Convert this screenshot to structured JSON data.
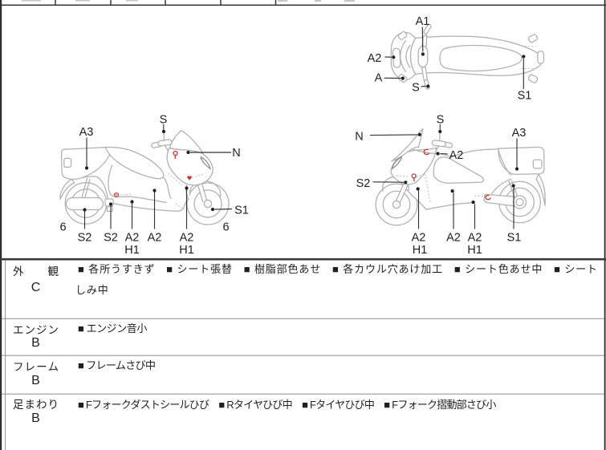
{
  "diagrams": {
    "top_view": {
      "labels": {
        "a1": "A1",
        "a2": "A2",
        "a": "A",
        "s": "S",
        "s1": "S1"
      }
    },
    "left_view": {
      "labels": {
        "s": "S",
        "a3": "A3",
        "n": "N",
        "s1": "S1",
        "six_left": "6",
        "six_right": "6",
        "s2_1": "S2",
        "s2_2": "S2",
        "a2_1": "A2",
        "h1_1": "H1",
        "a2_2": "A2",
        "a2_3": "A2",
        "h1_3": "H1"
      }
    },
    "right_view": {
      "labels": {
        "s": "S",
        "n": "N",
        "a3": "A3",
        "a2_top": "A2",
        "s2": "S2",
        "a2_1": "A2",
        "h1_1": "H1",
        "a2_2": "A2",
        "a2_3": "A2",
        "h1_3": "H1",
        "s1": "S1"
      }
    }
  },
  "grade_table": {
    "rows": [
      {
        "category": "外　観",
        "grade": "C",
        "lines": [
          "■ 各所うすきず　■ シート張替　■ 樹脂部色あせ　■ 各カウル穴あけ加工　■ シート色あせ中　■ シート",
          "しみ中"
        ]
      },
      {
        "category": "エンジン",
        "grade": "B",
        "lines": [
          "■ エンジン音小"
        ]
      },
      {
        "category": "フレーム",
        "grade": "B",
        "lines": [
          "■ フレームさび中"
        ]
      },
      {
        "category": "足まわり",
        "grade": "B",
        "lines": [
          "■ Fフォークダストシールひび　■ Rタイヤひび中　■ Fタイヤひび中　■ Fフォーク摺動部さび小"
        ]
      }
    ]
  },
  "colors": {
    "line_art": "#b0b0b0",
    "leader": "#333333",
    "marker_red": "#c03a30",
    "border_dark": "#2e2e2e",
    "table_line": "#9a9a9a"
  }
}
